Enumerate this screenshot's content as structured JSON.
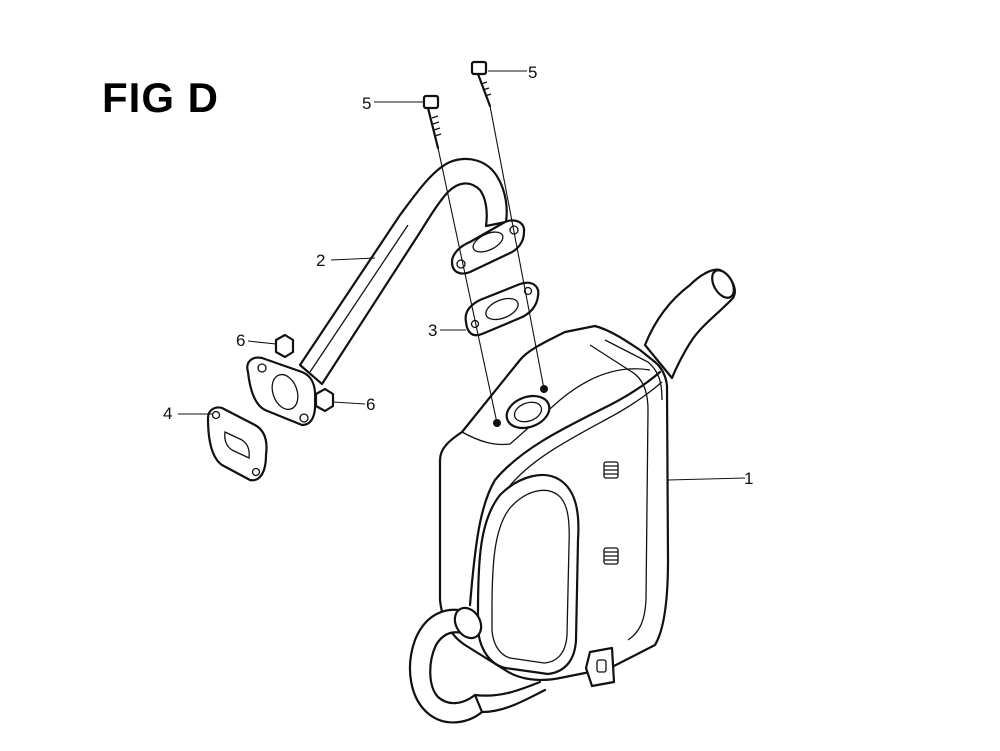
{
  "figure": {
    "title": "FIG D"
  },
  "callouts": {
    "muffler": "1",
    "exhaust_pipe": "2",
    "upper_gasket": "3",
    "lower_gasket": "4",
    "bolt_left": "5",
    "bolt_right": "5",
    "nut_upper": "6",
    "nut_lower": "6"
  }
}
